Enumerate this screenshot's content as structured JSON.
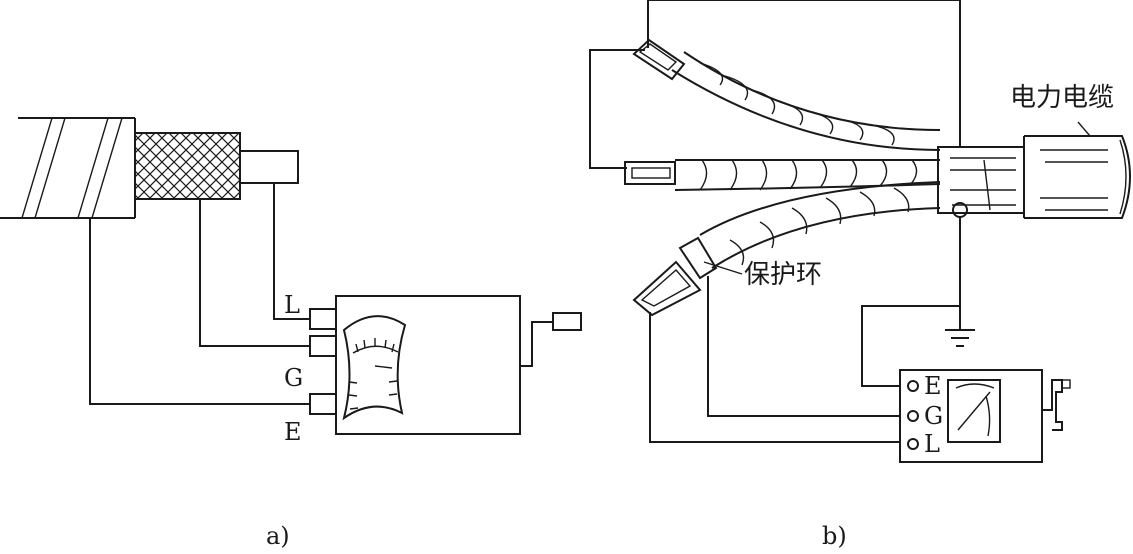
{
  "figure_a": {
    "caption": "a)",
    "terminals": {
      "L": "L",
      "G": "G",
      "E": "E"
    }
  },
  "figure_b": {
    "caption": "b)",
    "power_cable_label": "电力电缆",
    "guard_ring_label": "保护环",
    "terminals": {
      "E": "E",
      "G": "G",
      "L": "L"
    }
  }
}
